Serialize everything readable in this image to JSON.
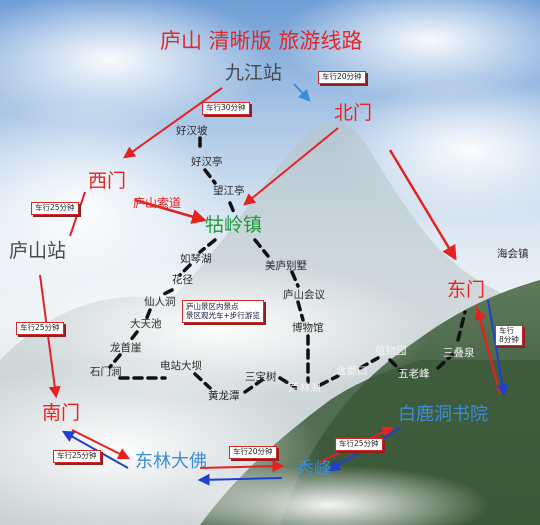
{
  "title": "庐山 清晰版 旅游线路",
  "places": {
    "jiujiang": "九江站",
    "beimen": "北门",
    "ximen": "西门",
    "lushan_station": "庐山站",
    "guling": "牯岭镇",
    "dongmen": "东门",
    "nanmen": "南门",
    "donglin": "东林大佛",
    "xiufeng": "秀峰",
    "bailudong": "白鹿洞书院"
  },
  "spots": {
    "haohanpo": "好汉坡",
    "haohanting": "好汉亭",
    "wangjiangting": "望江亭",
    "ruqinhu": "如琴湖",
    "huajing": "花径",
    "xianrendong": "仙人洞",
    "datianchi": "大天池",
    "longshouya": "龙首崖",
    "shimenjian": "石门涧",
    "diandazhan": "电站大坝",
    "huanglongtan": "黄龙潭",
    "sanbaoshu": "三宝树",
    "luhu": "芦林湖",
    "hanpokou": "含鄱口",
    "zhiwuyuan": "植物园",
    "wulaofeng": "五老峰",
    "sandiequan": "三叠泉",
    "meilu": "美庐别墅",
    "huiyi": "庐山会议",
    "bowuguan": "博物馆",
    "haihui": "海会镇"
  },
  "transport": {
    "jiujiang_beimen": "车行20分钟",
    "jiujiang_ximen": "车行30分钟",
    "lushan_ximen": "车行25分钟",
    "cableway": "庐山索道",
    "lushan_nanmen": "车行25分钟",
    "nanmen_donglin": "车行25分钟",
    "donglin_xiufeng": "车行20分钟",
    "xiufeng_bailudong": "车行25分钟",
    "dongmen_bailudong": "车行\n8分钟"
  },
  "scenic_note": {
    "line1": "庐山景区内景点",
    "line2": "景区观光车+步行游览"
  },
  "colors": {
    "title": "#e4262a",
    "gate": "#ea2420",
    "town": "#1d9a37",
    "blue_label": "#3a8ed8",
    "route_red": "#e52222",
    "route_blue": "#1f3fd0"
  }
}
